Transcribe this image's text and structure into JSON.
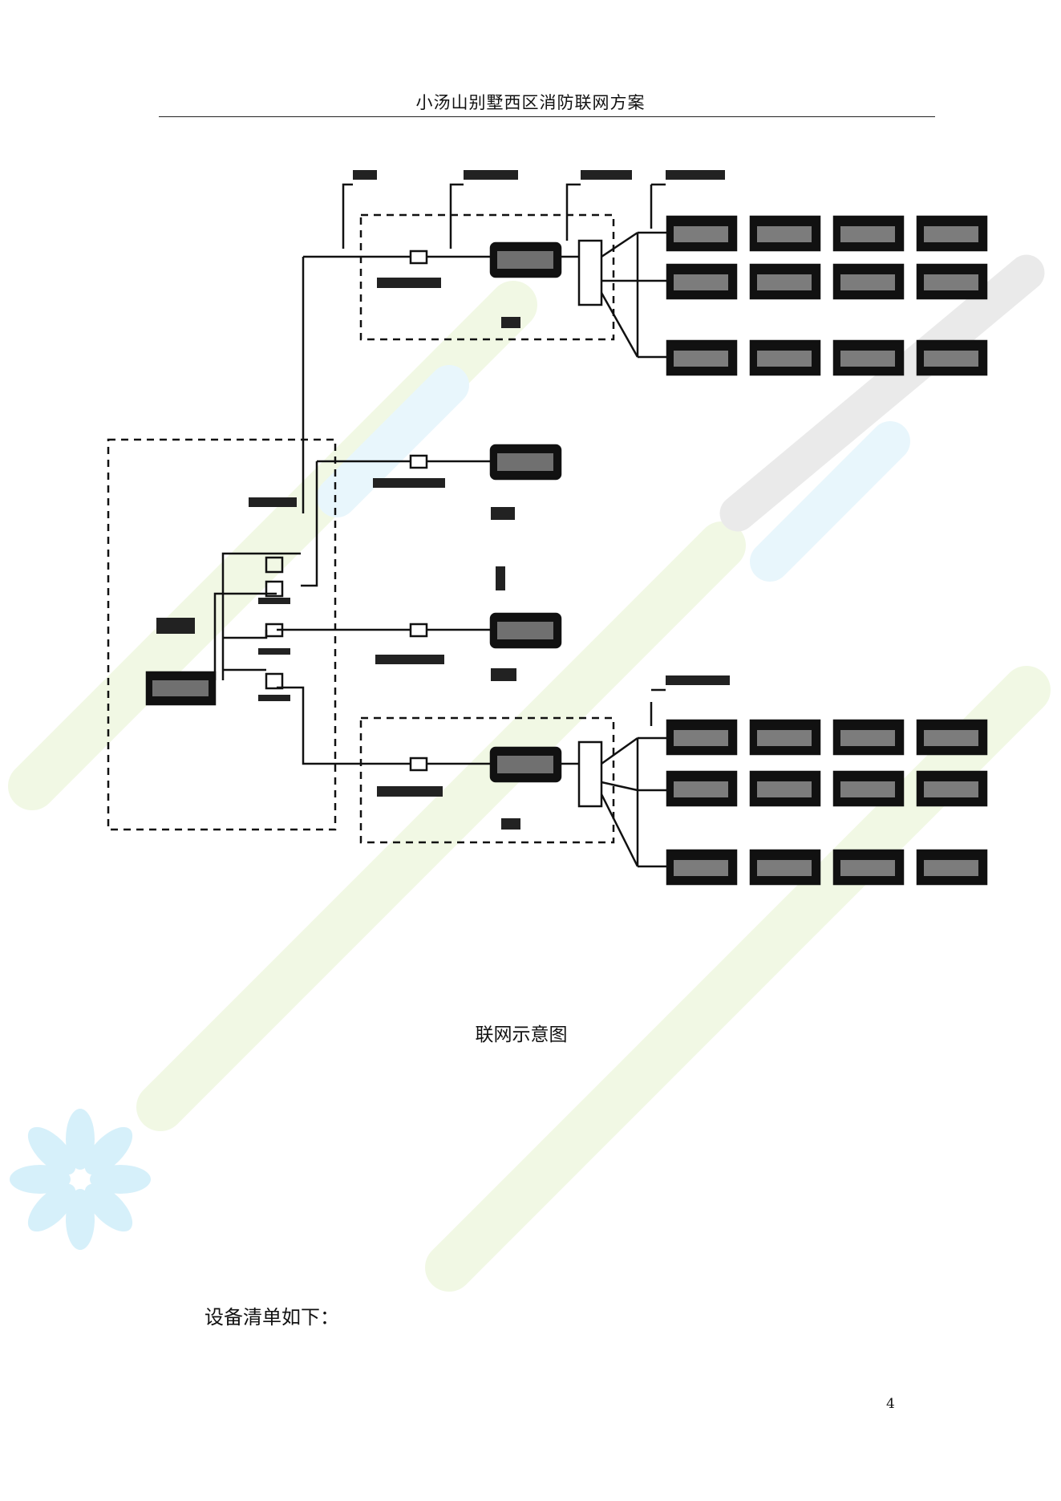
{
  "header": {
    "title": "小汤山别墅西区消防联网方案"
  },
  "figure": {
    "caption": "联网示意图"
  },
  "body": {
    "list_intro": "设备清单如下："
  },
  "footer": {
    "page_number": "4"
  },
  "colors": {
    "ink": "#111111",
    "watermark_green": "#e6f3cf",
    "watermark_cyan": "#d6f0fa",
    "watermark_gray": "#dadada"
  }
}
